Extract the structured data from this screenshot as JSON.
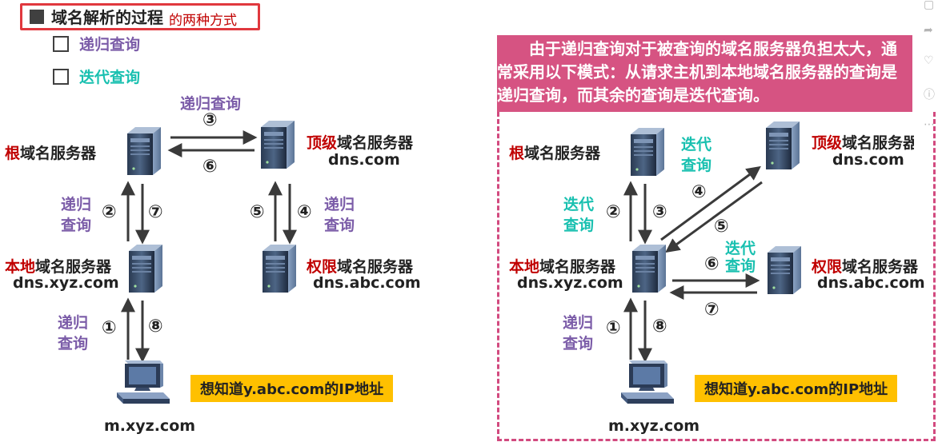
{
  "header": {
    "title": "域名解析的过程",
    "subtitle": "的两种方式",
    "options": [
      "递归查询",
      "迭代查询"
    ]
  },
  "left": {
    "top_label": "递归查询",
    "root": {
      "prefix": "根",
      "suffix": "域名服务器"
    },
    "tld": {
      "prefix": "顶级",
      "suffix": "域名服务器",
      "host": "dns.com"
    },
    "local": {
      "prefix": "本地",
      "suffix": "域名服务器",
      "host": "dns.xyz.com"
    },
    "auth": {
      "prefix": "权限",
      "suffix": "域名服务器",
      "host": "dns.abc.com"
    },
    "query_label_1": "递归",
    "query_label_2": "查询",
    "client": "m.xyz.com",
    "query_text": "想知道y.abc.com的IP地址",
    "steps": [
      "①",
      "②",
      "③",
      "④",
      "⑤",
      "⑥",
      "⑦",
      "⑧"
    ]
  },
  "right": {
    "note": "由于递归查询对于被查询的域名服务器负担太大，通常采用以下模式：从请求主机到本地域名服务器的查询是递归查询，而其余的查询是迭代查询。",
    "root": {
      "prefix": "根",
      "suffix": "域名服务器"
    },
    "tld": {
      "prefix": "顶级",
      "suffix": "域名服务器",
      "host": "dns.com"
    },
    "local": {
      "prefix": "本地",
      "suffix": "域名服务器",
      "host": "dns.xyz.com"
    },
    "auth": {
      "prefix": "权限",
      "suffix": "域名服务器",
      "host": "dns.abc.com"
    },
    "iter_1": "迭代",
    "iter_2": "查询",
    "rec_1": "递归",
    "rec_2": "查询",
    "client": "m.xyz.com",
    "query_text": "想知道y.abc.com的IP地址",
    "steps": [
      "①",
      "②",
      "③",
      "④",
      "⑤",
      "⑥",
      "⑦",
      "⑧"
    ]
  },
  "colors": {
    "red": "#c00000",
    "purple": "#7b5ca8",
    "teal": "#19c0b0",
    "accent": "#d65382",
    "highlight": "#ffc000"
  }
}
